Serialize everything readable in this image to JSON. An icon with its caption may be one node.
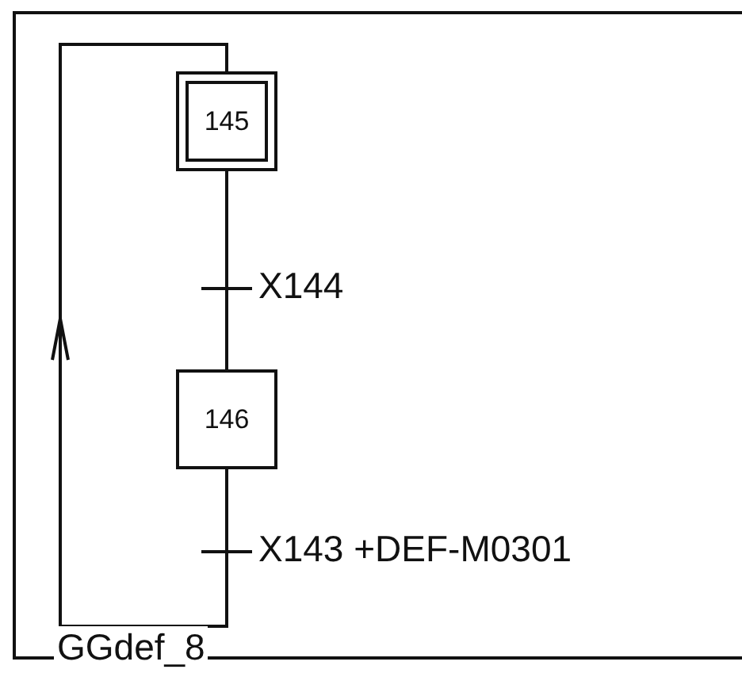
{
  "diagram": {
    "nodes": [
      {
        "text": [
          "GGdef_8"
        ]
      },
      {
        "text": [
          "145"
        ],
        "in": 0
      },
      {
        "text": [],
        "shape": "bar",
        "in": 0,
        "beside": [
          "X144"
        ]
      },
      {
        "text": [
          "146"
        ],
        "in": 0
      },
      {
        "text": [],
        "shape": "bar",
        "in": 0,
        "beside": [
          "X143 +DEF-M0301"
        ]
      }
    ],
    "edges": [
      {
        "from": 1,
        "to": 2,
        "arrow": "none"
      },
      {
        "from": 2,
        "to": 3,
        "arrow": "none"
      },
      {
        "from": 3,
        "to": 4,
        "arrow": "none"
      },
      {
        "from": 4,
        "to": 1,
        "arrow": "to"
      }
    ]
  }
}
